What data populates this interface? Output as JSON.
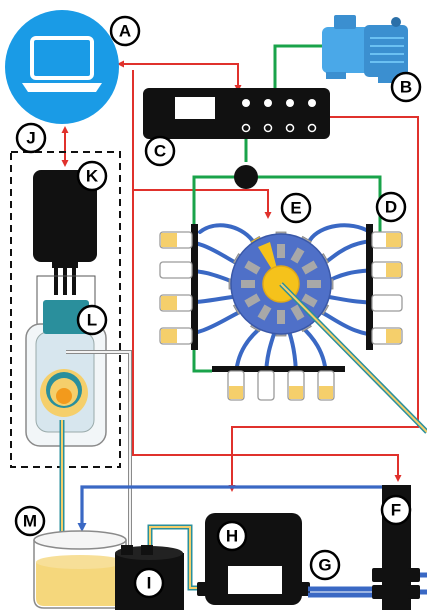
{
  "labels": {
    "A": "A",
    "B": "B",
    "C": "C",
    "D": "D",
    "E": "E",
    "F": "F",
    "G": "G",
    "H": "H",
    "I": "I",
    "J": "J",
    "K": "K",
    "L": "L",
    "M": "M"
  },
  "colors": {
    "computer_blue": "#1a9be6",
    "pump_blue": "#4aa8e8",
    "signal_red": "#e0312c",
    "cable_green": "#19a34a",
    "tube_blue": "#3a68c4",
    "liquid_yellow": "#f5cf6b",
    "accent_orange": "#f39a1c",
    "valve_gray": "#a8a8a8",
    "device_black": "#111111",
    "cell_teal": "#2a8f9c"
  },
  "icons": [
    "laptop-icon",
    "vacuum-pump-icon"
  ]
}
